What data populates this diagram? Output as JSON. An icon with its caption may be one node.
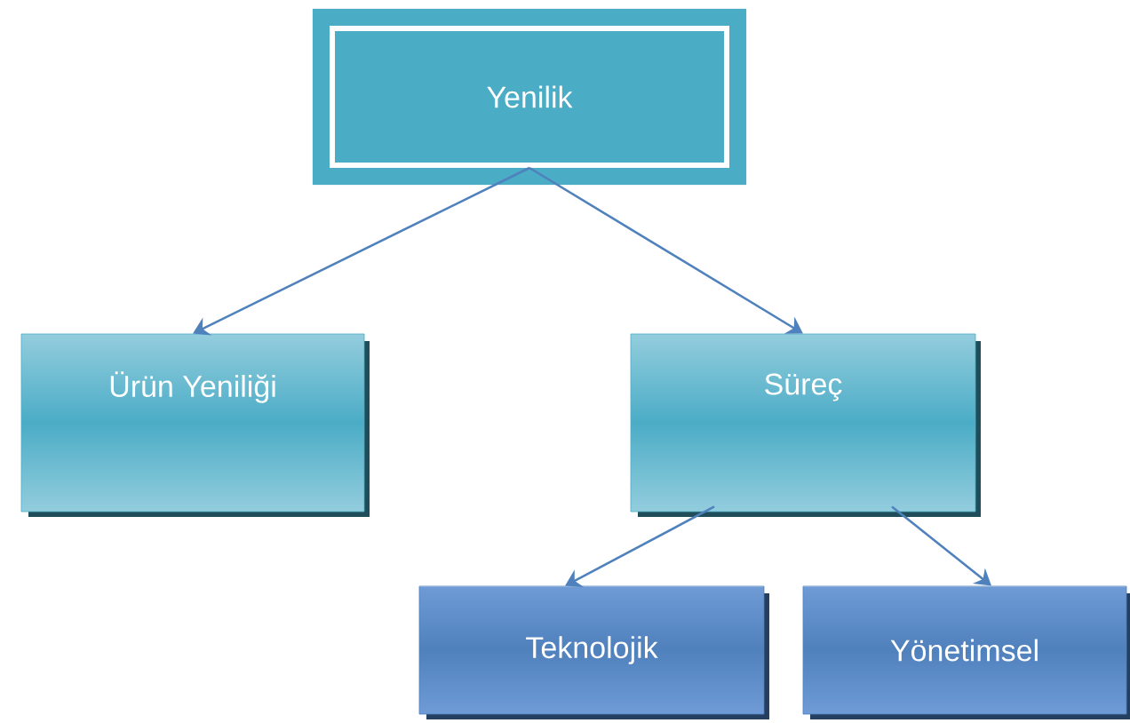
{
  "diagram": {
    "nodes": [
      {
        "text": [
          "Yenilik"
        ]
      },
      {
        "text": [
          "Ürün Yeniliği"
        ]
      },
      {
        "text": [
          "Süreç"
        ]
      },
      {
        "text": [
          "Teknolojik"
        ]
      },
      {
        "text": [
          "Yönetimsel"
        ]
      }
    ],
    "edges": [
      {
        "from": 0,
        "to": 1,
        "arrow": "to"
      },
      {
        "from": 0,
        "to": 2,
        "arrow": "to"
      },
      {
        "from": 2,
        "to": 3,
        "arrow": "to"
      },
      {
        "from": 2,
        "to": 4,
        "arrow": "to"
      }
    ]
  }
}
